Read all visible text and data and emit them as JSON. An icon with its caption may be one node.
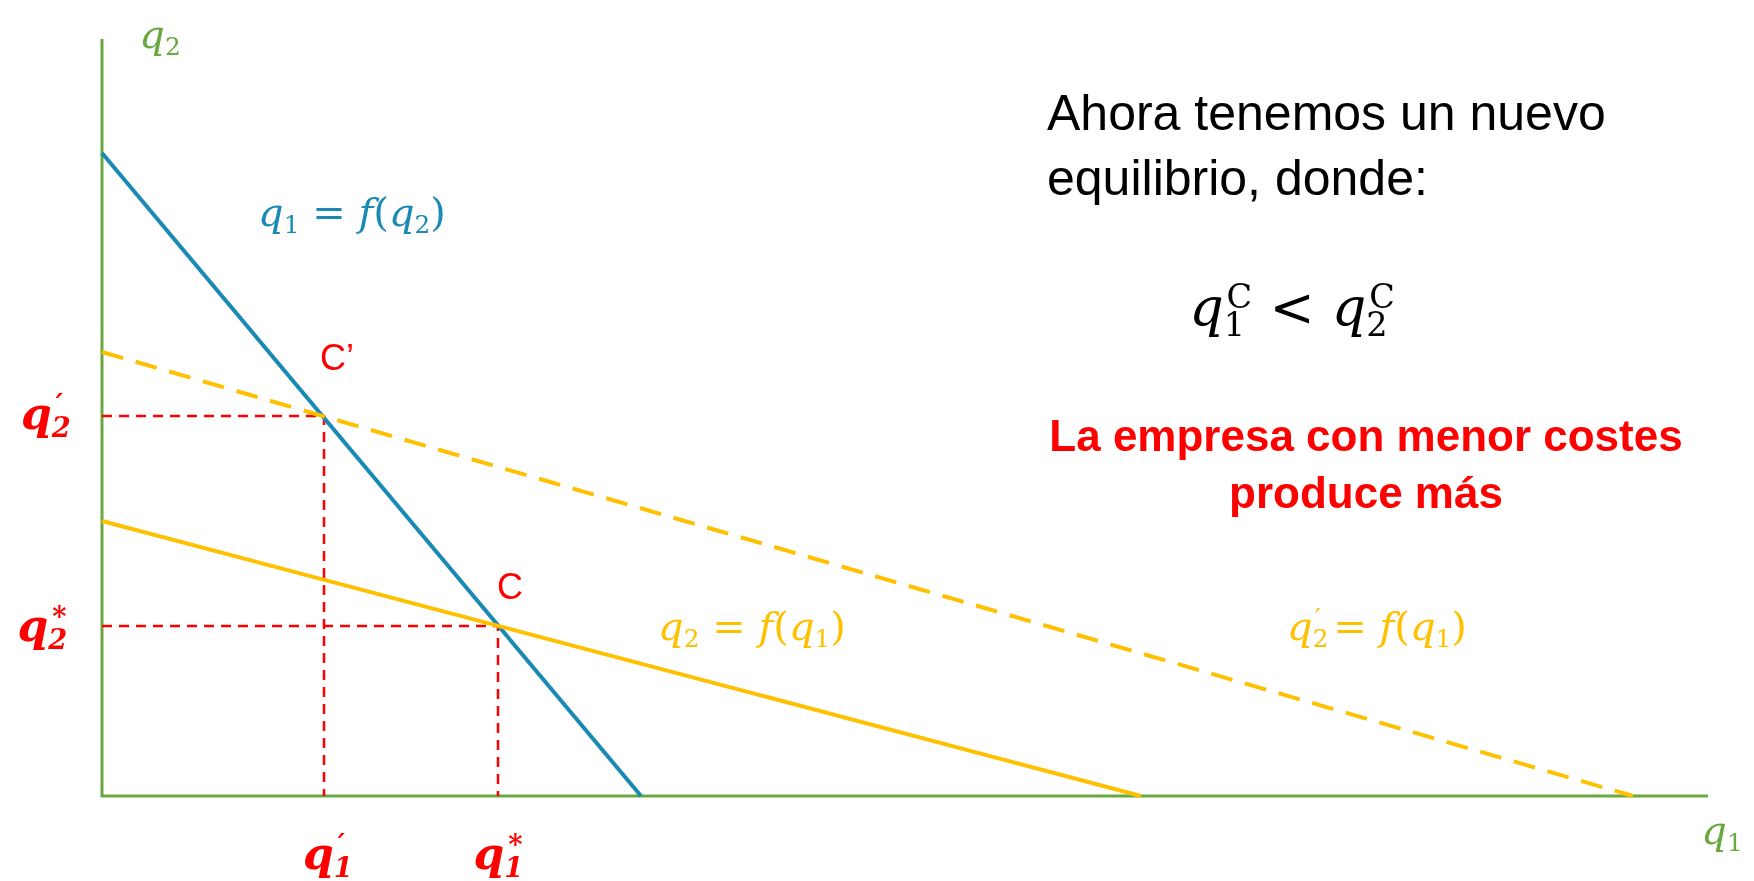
{
  "diagram": {
    "labels": [
      "*q*$_{2}$",
      "*q*$_{1}$ = *f*(*q*$_{2}$)",
      "Ahora tenemos un nuevo equilibrio, donde:",
      "*q*$_{1}$$^{C}$ < *q*$_{2}$$^{C}$",
      "C’",
      "q$_{2}$$^{′}$",
      "La empresa con menor costes produce más",
      "C",
      "q$_{2}$$^{*}$",
      "*q*$_{2}$ = *f*(*q*$_{1}$)",
      "*q*$_{2}$$^{′}$ = *f*(*q*$_{1}$)",
      "q$_{1}$$^{′}$",
      "q$_{1}$$^{*}$",
      "*q*$_{1}$"
    ]
  }
}
